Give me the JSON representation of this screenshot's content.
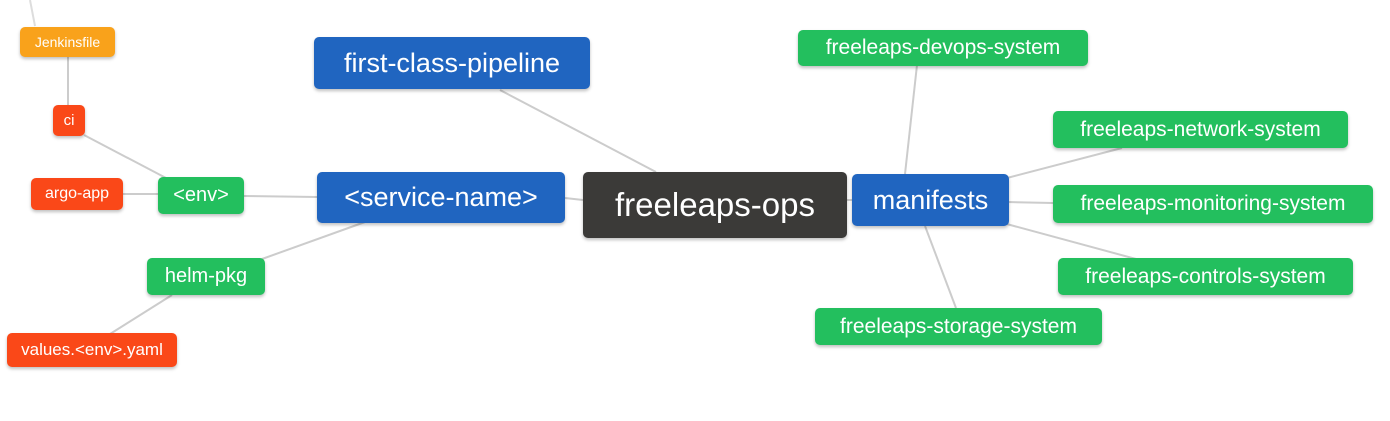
{
  "diagram": {
    "type": "mindmap",
    "root_label": "freeleaps-ops",
    "palette": {
      "blue": "#2065C0",
      "green": "#23BF5E",
      "red_orange": "#FA4818",
      "amber": "#F9A21B",
      "dark": "#3B3A38",
      "edge_gray": "#CCCCCC",
      "text": "#FFFFFF",
      "background": "#FFFFFF"
    },
    "nodes": [
      {
        "id": "jenkinsfile",
        "label": "Jenkinsfile",
        "color": "#F9A21B"
      },
      {
        "id": "ci",
        "label": "ci",
        "color": "#FA4818"
      },
      {
        "id": "argo-app",
        "label": "argo-app",
        "color": "#FA4818"
      },
      {
        "id": "env",
        "label": "<env>",
        "color": "#23BF5E"
      },
      {
        "id": "first-class-pipeline",
        "label": "first-class-pipeline",
        "color": "#2065C0"
      },
      {
        "id": "service-name",
        "label": "<service-name>",
        "color": "#2065C0"
      },
      {
        "id": "helm-pkg",
        "label": "helm-pkg",
        "color": "#23BF5E"
      },
      {
        "id": "values-env-yaml",
        "label": "values.<env>.yaml",
        "color": "#FA4818"
      },
      {
        "id": "freeleaps-ops",
        "label": "freeleaps-ops",
        "color": "#3B3A38"
      },
      {
        "id": "manifests",
        "label": "manifests",
        "color": "#2065C0"
      },
      {
        "id": "freeleaps-devops-system",
        "label": "freeleaps-devops-system",
        "color": "#23BF5E"
      },
      {
        "id": "freeleaps-network-system",
        "label": "freeleaps-network-system",
        "color": "#23BF5E"
      },
      {
        "id": "freeleaps-monitoring-system",
        "label": "freeleaps-monitoring-system",
        "color": "#23BF5E"
      },
      {
        "id": "freeleaps-controls-system",
        "label": "freeleaps-controls-system",
        "color": "#23BF5E"
      },
      {
        "id": "freeleaps-storage-system",
        "label": "freeleaps-storage-system",
        "color": "#23BF5E"
      }
    ],
    "edges": [
      [
        "Jenkinsfile",
        "ci"
      ],
      [
        "ci",
        "<env>"
      ],
      [
        "argo-app",
        "<env>"
      ],
      [
        "<env>",
        "<service-name>"
      ],
      [
        "first-class-pipeline",
        "freeleaps-ops"
      ],
      [
        "<service-name>",
        "freeleaps-ops"
      ],
      [
        "<service-name>",
        "helm-pkg"
      ],
      [
        "helm-pkg",
        "values.<env>.yaml"
      ],
      [
        "freeleaps-ops",
        "manifests"
      ],
      [
        "manifests",
        "freeleaps-devops-system"
      ],
      [
        "manifests",
        "freeleaps-network-system"
      ],
      [
        "manifests",
        "freeleaps-monitoring-system"
      ],
      [
        "manifests",
        "freeleaps-controls-system"
      ],
      [
        "manifests",
        "freeleaps-storage-system"
      ]
    ]
  }
}
